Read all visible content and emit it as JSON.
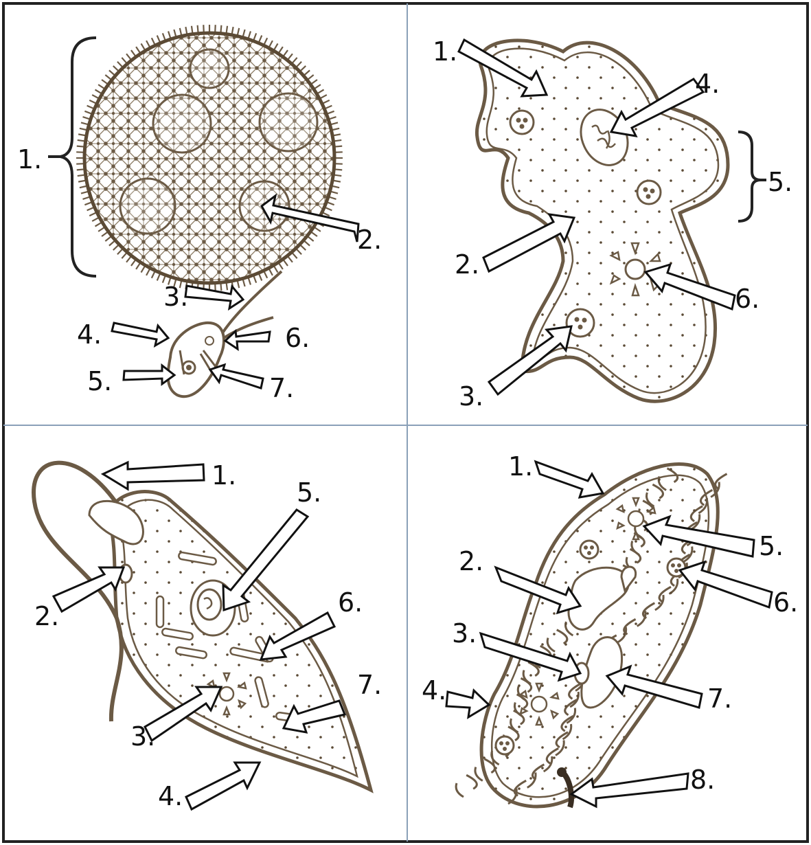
{
  "colors": {
    "ink": "#111111",
    "organism_outline": "#7a6a55",
    "panel_border": "#222222",
    "divider": "#8aa0b8"
  },
  "panels": [
    {
      "name": "top-left-colony",
      "labels": [
        "1.",
        "2.",
        "3.",
        "4.",
        "5.",
        "6.",
        "7."
      ]
    },
    {
      "name": "top-right-amoeba",
      "labels": [
        "1.",
        "2.",
        "3.",
        "4.",
        "5.",
        "6."
      ]
    },
    {
      "name": "bottom-left-flagellate",
      "labels": [
        "1.",
        "2.",
        "3.",
        "4.",
        "5.",
        "6.",
        "7."
      ]
    },
    {
      "name": "bottom-right-paramecium",
      "labels": [
        "1.",
        "2.",
        "3.",
        "4.",
        "5.",
        "6.",
        "7.",
        "8."
      ]
    }
  ]
}
